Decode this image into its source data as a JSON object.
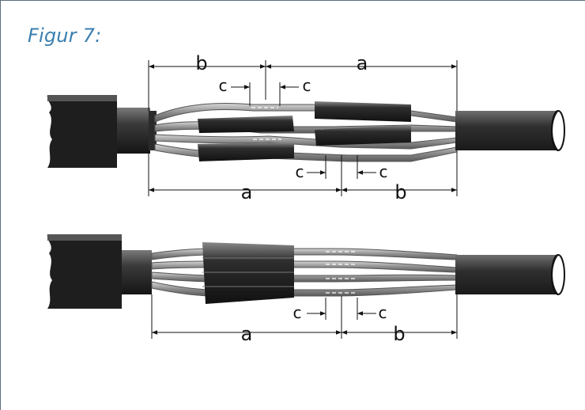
{
  "figure": {
    "title": "Figur 7:"
  },
  "diagram_top": {
    "dim_a_top": "a",
    "dim_b_top": "b",
    "dim_c_top_left": "c",
    "dim_c_top_right": "c",
    "dim_a_bottom": "a",
    "dim_b_bottom": "b",
    "dim_c_bottom_left": "c",
    "dim_c_bottom_right": "c"
  },
  "diagram_bottom": {
    "dim_a": "a",
    "dim_b": "b",
    "dim_c_left": "c",
    "dim_c_right": "c"
  },
  "colors": {
    "title": "#3a7fb0",
    "frame_border": "#5a6f7e",
    "cable_dark": "#1e1e1e",
    "cable_mid": "#4a4a4a",
    "sleeve": "#2a2a2a",
    "conductor_light": "#bdbdbd",
    "line": "#111111"
  },
  "icons": [
    "cable-end-icon",
    "joint-sleeve-icon",
    "dimension-arrow-icon"
  ]
}
